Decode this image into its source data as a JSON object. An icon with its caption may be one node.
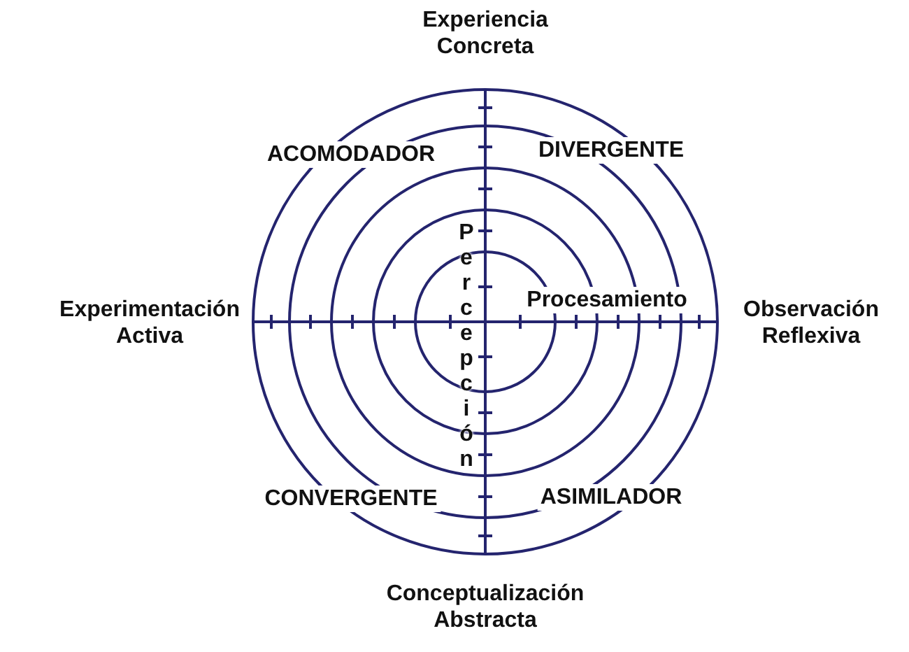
{
  "diagram": {
    "nodes": [
      {
        "text": [],
        "shape": "circle"
      },
      {
        "text": [],
        "shape": "circle",
        "in": 0
      },
      {
        "text": [],
        "shape": "circle",
        "in": 1
      },
      {
        "text": [],
        "shape": "circle",
        "in": 2
      },
      {
        "text": [],
        "shape": "circle",
        "in": 3
      }
    ],
    "labels": [
      "Experiencia Concreta",
      "ACOMODADOR",
      "DIVERGENTE",
      "Percepción",
      "Experimentación Activa",
      "Procesamiento",
      "Observación Reflexiva",
      "CONVERGENTE",
      "ASIMILADOR",
      "Conceptualización Abstracta"
    ]
  }
}
